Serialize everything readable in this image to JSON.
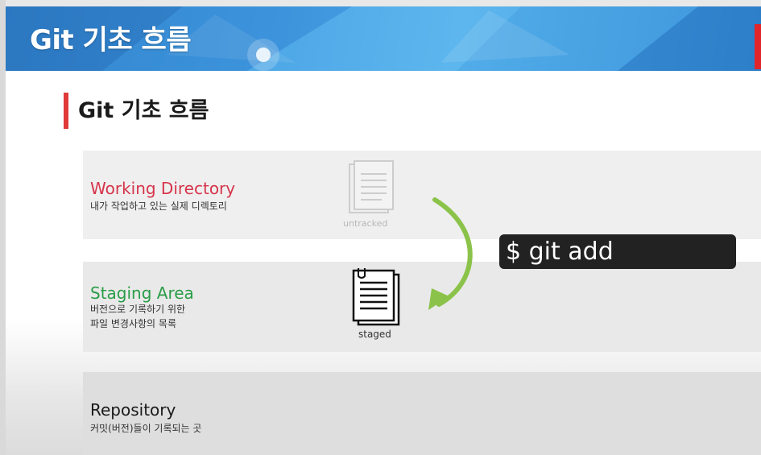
{
  "banner": {
    "title": "Git 기초 흐름"
  },
  "section": {
    "title": "Git 기초 흐름"
  },
  "working_directory": {
    "title": "Working Directory",
    "description": "내가 작업하고 있는 실제 디렉토리",
    "file_status": "untracked"
  },
  "staging_area": {
    "title": "Staging Area",
    "description_line1": "버전으로 기록하기 위한",
    "description_line2": "파일 변경사항의 목록",
    "file_status": "staged"
  },
  "repository": {
    "title": "Repository",
    "description": "커밋(버전)들이 기록되는 곳"
  },
  "command": {
    "text": "$ git add"
  },
  "colors": {
    "working_directory": "#d6344a",
    "staging_area": "#2a9d48",
    "arrow": "#8bc34a",
    "accent_bar": "#e03a3a",
    "banner": "#3f98df"
  }
}
